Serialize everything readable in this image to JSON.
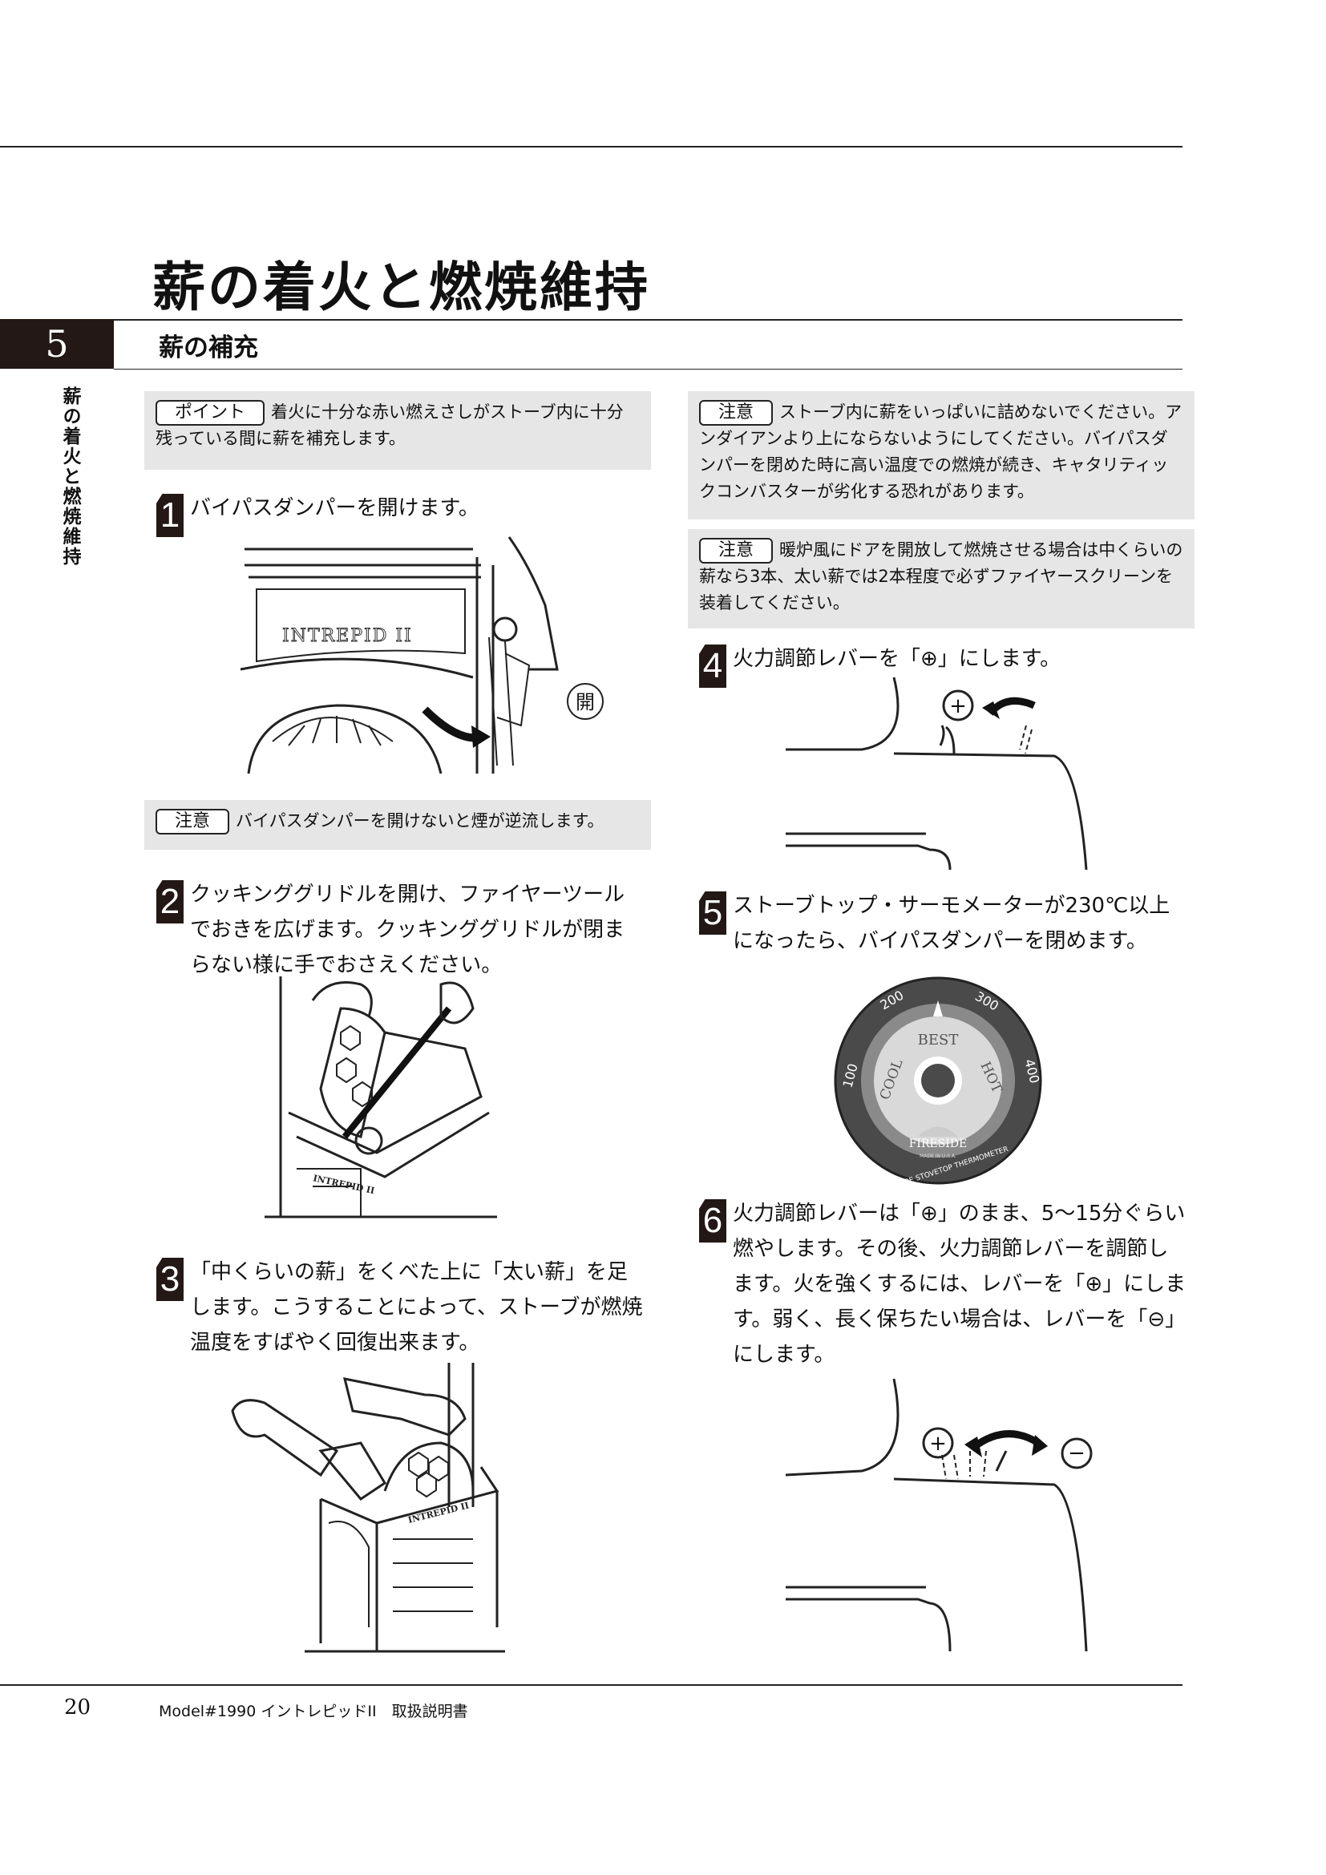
{
  "page": {
    "title": "薪の着火と燃焼維持",
    "section_number": "5",
    "section_title": "薪の補充",
    "side_label": "薪の着火と燃焼維持",
    "page_number": "20",
    "footer": "Model#1990 イントレピッドII　取扱説明書"
  },
  "notes": {
    "point": {
      "tag": "ポイント",
      "text": "着火に十分な赤い燃えさしがストーブ内に十分残っている間に薪を補充します。"
    },
    "caution1": {
      "tag": "注意",
      "text": "バイパスダンパーを開けないと煙が逆流します。"
    },
    "caution2": {
      "tag": "注意",
      "text": "ストーブ内に薪をいっぱいに詰めないでください。アンダイアンより上にならないようにしてください。バイパスダンパーを閉めた時に高い温度での燃焼が続き、キャタリティックコンバスターが劣化する恐れがあります。"
    },
    "caution3": {
      "tag": "注意",
      "text": "暖炉風にドアを開放して燃焼させる場合は中くらいの薪なら3本、太い薪では2本程度で必ずファイヤースクリーンを装着してください。"
    }
  },
  "steps": [
    {
      "num": "1",
      "text": "バイパスダンパーを開けます。"
    },
    {
      "num": "2",
      "text": "クッキンググリドルを開け、ファイヤーツールでおきを広げます。クッキンググリドルが閉まらない様に手でおさえください。"
    },
    {
      "num": "3",
      "text": "「中くらいの薪」をくべた上に「太い薪」を足します。こうすることによって、ストーブが燃焼温度をすばやく回復出来ます。"
    },
    {
      "num": "4",
      "text": "火力調節レバーを「⊕」にします。"
    },
    {
      "num": "5",
      "text": "ストーブトップ・サーモメーターが230℃以上になったら、バイパスダンパーを閉めます。"
    },
    {
      "num": "6",
      "text": "火力調節レバーは「⊕」のまま、5～15分ぐらい燃やします。その後、火力調節レバーを調節します。火を強くするには、レバーを「⊕」にします。弱く、長く保ちたい場合は、レバーを「⊖」にします。"
    }
  ],
  "illustrations": {
    "stove_brand": "INTREPID II",
    "open_label": "開",
    "plus_symbol": "+",
    "minus_symbol": "−",
    "thermometer": {
      "ticks": [
        "100",
        "200",
        "300",
        "400"
      ],
      "zones": [
        "COOL",
        "BEST",
        "HOT"
      ],
      "brand": "FIRESIDE",
      "ring_text": "FIRESIDE STOVETOP THERMOMETER",
      "made_in": "MADE IN U.S.A."
    }
  }
}
